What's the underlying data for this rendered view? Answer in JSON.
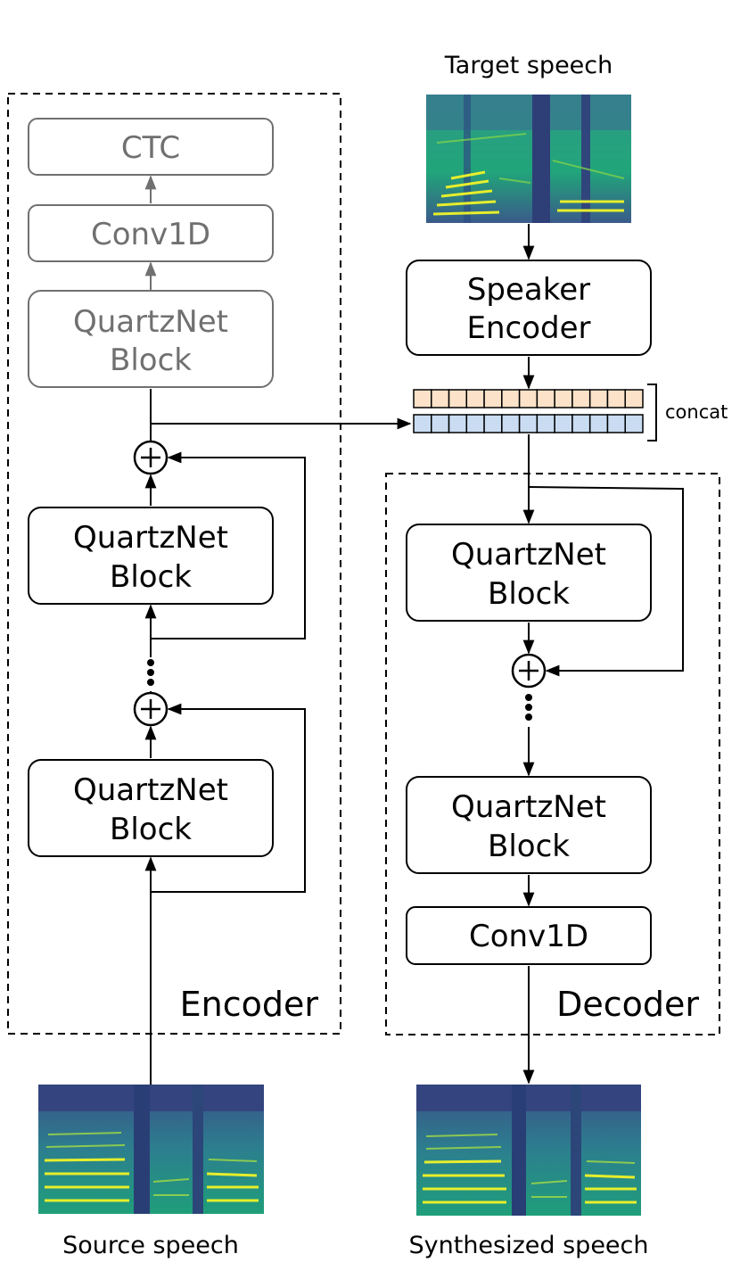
{
  "labels": {
    "target_speech": "Target speech",
    "source_speech": "Source speech",
    "synthesized_speech": "Synthesized speech",
    "concat": "concat",
    "encoder": "Encoder",
    "decoder": "Decoder"
  },
  "encoder": {
    "ctc": "CTC",
    "conv1d": "Conv1D",
    "gray_block": [
      "QuartzNet",
      "Block"
    ],
    "block_top": [
      "QuartzNet",
      "Block"
    ],
    "block_bottom": [
      "QuartzNet",
      "Block"
    ]
  },
  "speaker_encoder": [
    "Speaker",
    "Encoder"
  ],
  "decoder": {
    "block_top": [
      "QuartzNet",
      "Block"
    ],
    "block_bottom": [
      "QuartzNet",
      "Block"
    ],
    "conv1d": "Conv1D"
  },
  "colors": {
    "ink": "#000000",
    "gray": "#707070",
    "speaker_vector": "#fbe2c8",
    "content_vector": "#c9dcf2",
    "spectrogram_bg": "#31467a",
    "spectrogram_harmonic": "#e6ee2c",
    "spectrogram_mid": "#2aa37e"
  }
}
